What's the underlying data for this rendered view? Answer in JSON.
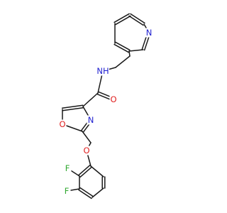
{
  "molecule": {
    "atoms": {
      "n_pyridine": {
        "symbol": "N",
        "color": "#2020d0"
      },
      "n_amide": {
        "symbol": "N",
        "hydrogen": "H",
        "color": "#2020d0"
      },
      "o_carbonyl": {
        "symbol": "O",
        "color": "#e02020"
      },
      "o_oxazole": {
        "symbol": "O",
        "color": "#e02020"
      },
      "n_oxazole": {
        "symbol": "N",
        "color": "#2020d0"
      },
      "o_ether": {
        "symbol": "O",
        "color": "#e02020"
      },
      "f_upper": {
        "symbol": "F",
        "color": "#30a830"
      },
      "f_lower": {
        "symbol": "F",
        "color": "#30a830"
      }
    },
    "bond_color": "#1a1a1a"
  }
}
